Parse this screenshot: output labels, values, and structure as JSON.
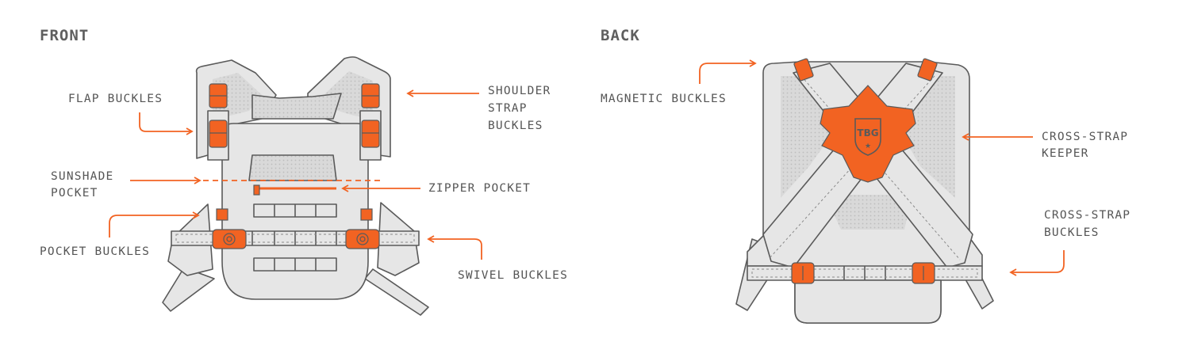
{
  "colors": {
    "accent": "#F26322",
    "vest_fill": "#E6E6E6",
    "vest_stroke": "#5A5A5A",
    "mesh_fill": "#D4D4D4",
    "text": "#555555"
  },
  "front": {
    "heading": "FRONT",
    "labels": {
      "flap_buckles": "FLAP BUCKLES",
      "sunshade_pocket_line1": "SUNSHADE",
      "sunshade_pocket_line2": "POCKET",
      "pocket_buckles": "POCKET BUCKLES",
      "shoulder_line1": "SHOULDER",
      "shoulder_line2": "STRAP",
      "shoulder_line3": "BUCKLES",
      "zipper_pocket": "ZIPPER POCKET",
      "swivel_buckles": "SWIVEL BUCKLES"
    }
  },
  "back": {
    "heading": "BACK",
    "labels": {
      "magnetic_buckles": "MAGNETIC BUCKLES",
      "keeper_line1": "CROSS-STRAP",
      "keeper_line2": "KEEPER",
      "cross_buckles_line1": "CROSS-STRAP",
      "cross_buckles_line2": "BUCKLES"
    },
    "logo_text": "TBG"
  }
}
